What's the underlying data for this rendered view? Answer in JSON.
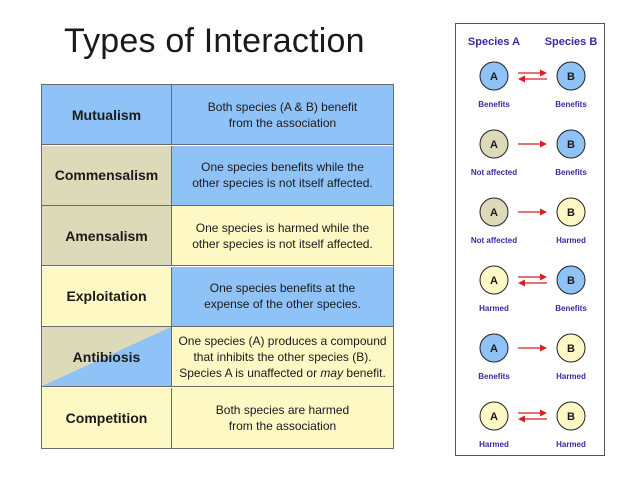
{
  "title": "Types of Interaction",
  "table": [
    {
      "name": "Mutualism",
      "desc": "Both species (A & B) benefit\nfrom the association",
      "name_color": "blue",
      "desc_color": "blue"
    },
    {
      "name": "Commensalism",
      "desc": "One species benefits while the\nother species is not itself affected.",
      "name_color": "tan",
      "desc_color": "blue"
    },
    {
      "name": "Amensalism",
      "desc": "One species is harmed  while the\nother species is not itself affected.",
      "name_color": "tan",
      "desc_color": "yellow"
    },
    {
      "name": "Exploitation",
      "desc": "One species benefits at the\nexpense of the other species.",
      "name_color": "yellow",
      "desc_color": "blue"
    },
    {
      "name": "Antibiosis",
      "desc_prefix": "One species (A) produces a compound\nthat inhibits the other species (B).\nSpecies A is unaffected or ",
      "desc_italic": "may",
      "desc_suffix": " benefit.",
      "name_color": "split",
      "desc_color": "yellow"
    },
    {
      "name": "Competition",
      "desc": "Both species are harmed\nfrom the association",
      "name_color": "yellow",
      "desc_color": "yellow"
    }
  ],
  "panel": {
    "header_a": "Species A",
    "header_b": "Species B",
    "circle_a_label": "A",
    "circle_b_label": "B",
    "rows": [
      {
        "a_status": "Benefits",
        "b_status": "Benefits",
        "a_color": "#8fc3f7",
        "b_color": "#8fc3f7",
        "arrows": "both"
      },
      {
        "a_status": "Not affected",
        "b_status": "Benefits",
        "a_color": "#dcdab8",
        "b_color": "#8fc3f7",
        "arrows": "right"
      },
      {
        "a_status": "Not affected",
        "b_status": "Harmed",
        "a_color": "#dcdab8",
        "b_color": "#fdf8c4",
        "arrows": "right"
      },
      {
        "a_status": "Harmed",
        "b_status": "Benefits",
        "a_color": "#fdf8c4",
        "b_color": "#8fc3f7",
        "arrows": "both"
      },
      {
        "a_status": "Benefits",
        "b_status": "Harmed",
        "a_color": "#8fc3f7",
        "b_color": "#fdf8c4",
        "arrows": "right"
      },
      {
        "a_status": "Harmed",
        "b_status": "Harmed",
        "a_color": "#fdf8c4",
        "b_color": "#fdf8c4",
        "arrows": "both"
      }
    ],
    "colors": {
      "header": "#3b2aa0",
      "status": "#3b2aa0",
      "arrow": "#d42020"
    }
  }
}
